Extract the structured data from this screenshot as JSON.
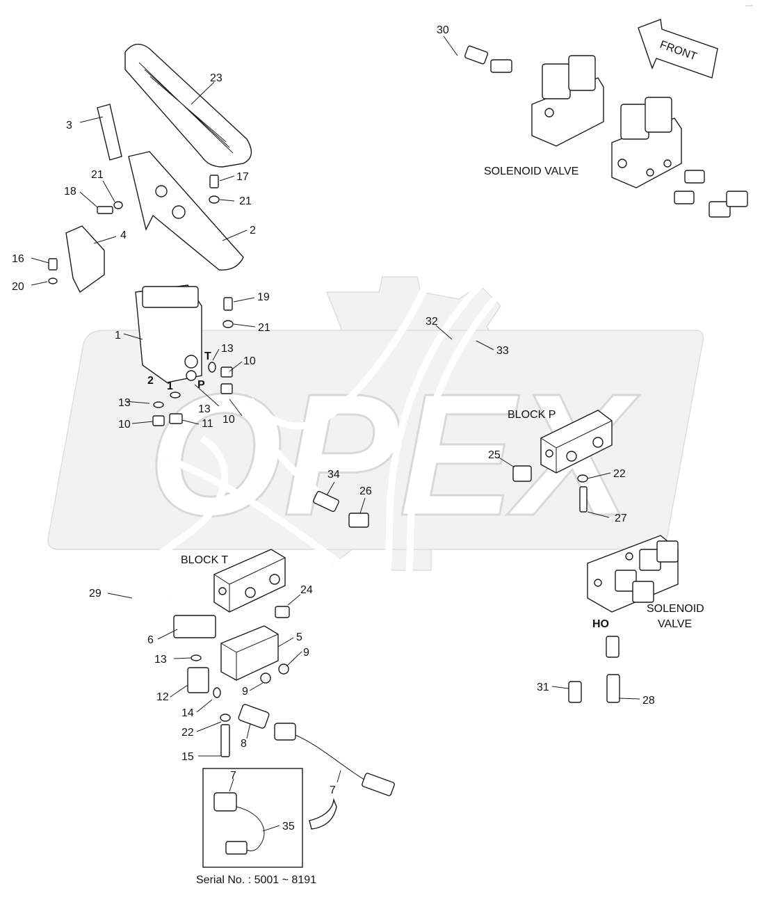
{
  "watermark": {
    "brand_text": "OPEX"
  },
  "header": {
    "corner_mark": "*** ***"
  },
  "direction_arrow": {
    "label": "FRONT"
  },
  "component_labels": {
    "solenoid_valve_top": "SOLENOID VALVE",
    "solenoid_valve_right_line1": "SOLENOID",
    "solenoid_valve_right_line2": "VALVE",
    "block_p": "BLOCK  P",
    "block_t": "BLOCK  T"
  },
  "port_labels": {
    "t": "T",
    "p": "P",
    "two": "2",
    "one": "1",
    "ho": "HO"
  },
  "callouts": [
    {
      "id": "c30",
      "text": "30"
    },
    {
      "id": "c23",
      "text": "23"
    },
    {
      "id": "c3",
      "text": "3"
    },
    {
      "id": "c17",
      "text": "17"
    },
    {
      "id": "c21a",
      "text": "21"
    },
    {
      "id": "c18",
      "text": "18"
    },
    {
      "id": "c21b",
      "text": "21"
    },
    {
      "id": "c2",
      "text": "2"
    },
    {
      "id": "c4",
      "text": "4"
    },
    {
      "id": "c16",
      "text": "16"
    },
    {
      "id": "c20",
      "text": "20"
    },
    {
      "id": "c19",
      "text": "19"
    },
    {
      "id": "c21c",
      "text": "21"
    },
    {
      "id": "c1",
      "text": "1"
    },
    {
      "id": "c13a",
      "text": "13"
    },
    {
      "id": "c10a",
      "text": "10"
    },
    {
      "id": "c13b",
      "text": "13"
    },
    {
      "id": "c10b",
      "text": "10"
    },
    {
      "id": "c13c",
      "text": "13"
    },
    {
      "id": "c10c",
      "text": "10"
    },
    {
      "id": "c11",
      "text": "11"
    },
    {
      "id": "c32",
      "text": "32"
    },
    {
      "id": "c33",
      "text": "33"
    },
    {
      "id": "c25",
      "text": "25"
    },
    {
      "id": "c22a",
      "text": "22"
    },
    {
      "id": "c27",
      "text": "27"
    },
    {
      "id": "c34",
      "text": "34"
    },
    {
      "id": "c26",
      "text": "26"
    },
    {
      "id": "c29",
      "text": "29"
    },
    {
      "id": "c24",
      "text": "24"
    },
    {
      "id": "c6",
      "text": "6"
    },
    {
      "id": "c5",
      "text": "5"
    },
    {
      "id": "c13d",
      "text": "13"
    },
    {
      "id": "c9a",
      "text": "9"
    },
    {
      "id": "c9b",
      "text": "9"
    },
    {
      "id": "c12",
      "text": "12"
    },
    {
      "id": "c14",
      "text": "14"
    },
    {
      "id": "c22b",
      "text": "22"
    },
    {
      "id": "c8",
      "text": "8"
    },
    {
      "id": "c15",
      "text": "15"
    },
    {
      "id": "c31",
      "text": "31"
    },
    {
      "id": "c28",
      "text": "28"
    },
    {
      "id": "c7a",
      "text": "7"
    },
    {
      "id": "c7b",
      "text": "7"
    },
    {
      "id": "c35",
      "text": "35"
    }
  ],
  "footer": {
    "serial_note": "Serial No. : 5001 ~ 8191"
  }
}
